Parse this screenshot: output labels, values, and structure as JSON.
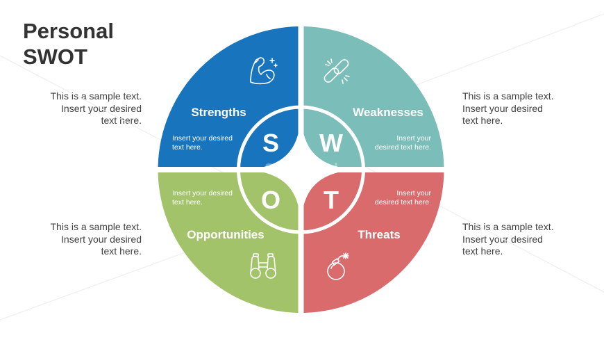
{
  "title": {
    "line1": "Personal",
    "line2": "SWOT"
  },
  "side_texts": {
    "top_left": {
      "line1": "This is a sample text.",
      "line2": "Insert your desired",
      "line3": "text here."
    },
    "top_right": {
      "line1": "This is a sample text.",
      "line2": "Insert your desired",
      "line3": "text here."
    },
    "bottom_left": {
      "line1": "This is a sample text.",
      "line2": "Insert your desired",
      "line3": "text here."
    },
    "bottom_right": {
      "line1": "This is a sample text.",
      "line2": "Insert your desired",
      "line3": "text here."
    }
  },
  "quadrants": {
    "strengths": {
      "title": "Strengths",
      "letter": "S",
      "desc1": "Insert your desired",
      "desc2": "text here.",
      "color": "#1874BC",
      "icon": "flexed-arm-icon"
    },
    "weaknesses": {
      "title": "Weaknesses",
      "letter": "W",
      "desc1": "Insert your",
      "desc2": "desired text here.",
      "color": "#7BBDB8",
      "icon": "broken-chain-icon"
    },
    "opportunities": {
      "title": "Opportunities",
      "letter": "O",
      "desc1": "Insert your desired",
      "desc2": "text here.",
      "color": "#A2C36A",
      "icon": "binoculars-icon"
    },
    "threats": {
      "title": "Threats",
      "letter": "T",
      "desc1": "Insert your",
      "desc2": "desired text here.",
      "color": "#D96B6C",
      "icon": "bomb-icon"
    }
  },
  "watermark": "SlideModel"
}
